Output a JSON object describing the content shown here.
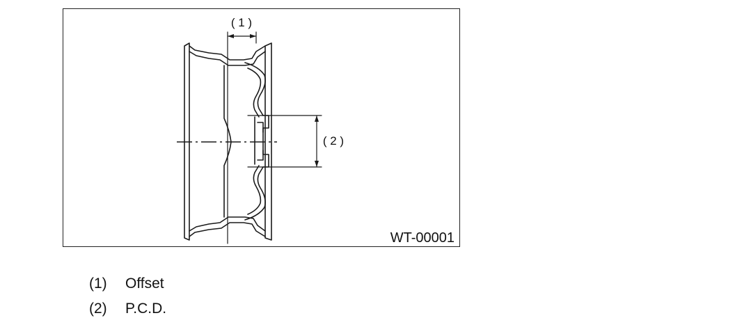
{
  "figure": {
    "code": "WT-00001",
    "callouts": [
      {
        "id": "1",
        "label": "( 1 )"
      },
      {
        "id": "2",
        "label": "( 2 )"
      }
    ]
  },
  "legend": [
    {
      "number": "(1)",
      "text": "Offset"
    },
    {
      "number": "(2)",
      "text": "P.C.D."
    }
  ]
}
